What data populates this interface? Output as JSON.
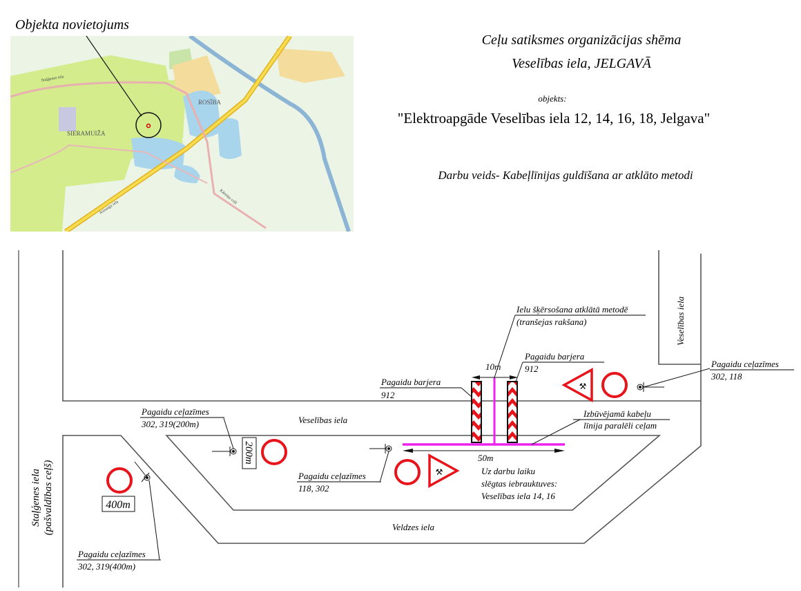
{
  "header": {
    "location_label": "Objekta novietojums",
    "title_line1": "Ceļu satiksmes organizācijas  shēma",
    "title_line2": "Veselības iela, JELGAVĀ",
    "object_label": "objekts:",
    "object_name": "\"Elektroapgāde Veselības iela 12, 14, 16, 18, Jelgava\"",
    "work_type": "Darbu veids-  Kabeļlīnijas guldīšana ar atklāto metodi"
  },
  "map": {
    "labels": {
      "sieramuiza": "SIERAMUIŽA",
      "rosiba": "ROSĪBA",
      "aizsargu": "Aizsargu iela",
      "stalgenes": "Staļģenes iela",
      "karninu": "Kārniņu ceļš"
    },
    "colors": {
      "residential": "#d4ec8c",
      "water": "#a8d4ec",
      "road": "#f2d23c",
      "green": "#e6f3dc",
      "built": "#f3dc9c"
    }
  },
  "diagram": {
    "streets": {
      "veselibas_main": "Veselības iela",
      "veselibas_side": "Veselības iela",
      "veldzes": "Veldzes iela",
      "stalgenes": "Staļģenes iela",
      "stalgenes_note": "(pašvaldības ceļš)"
    },
    "annotations": {
      "crossing_title": "Ielu šķērsošana atklātā metodē",
      "crossing_note": "(tranšejas rakšana)",
      "barrier_right_title": "Pagaidu barjera",
      "barrier_right_code": "912",
      "barrier_left_title": "Pagaidu barjera",
      "barrier_left_code": "912",
      "signs_right_title": "Pagaidu ceļazīmes",
      "signs_right_codes": "302, 118",
      "signs_200_title": "Pagaidu ceļazīmes",
      "signs_200_codes": "302, 319(200m)",
      "cable_title": "Izbūvējamā kabeļu",
      "cable_note": "līnija paralēli ceļam",
      "signs_mid_title": "Pagaidu ceļazīmes",
      "signs_mid_codes": "118, 302",
      "closure_line1": "Uz darbu laiku",
      "closure_line2": "slēgtas iebrauktuves:",
      "closure_line3": "Veselības iela 14, 16",
      "signs_400_title": "Pagaidu ceļazīmes",
      "signs_400_codes": "302, 319(400m)"
    },
    "dimensions": {
      "trench_width": "10m",
      "cable_length": "50m",
      "plate_200": "200m",
      "plate_400": "400m"
    },
    "colors": {
      "cable": "#ee22ee",
      "sign_red": "#e8141c"
    }
  }
}
